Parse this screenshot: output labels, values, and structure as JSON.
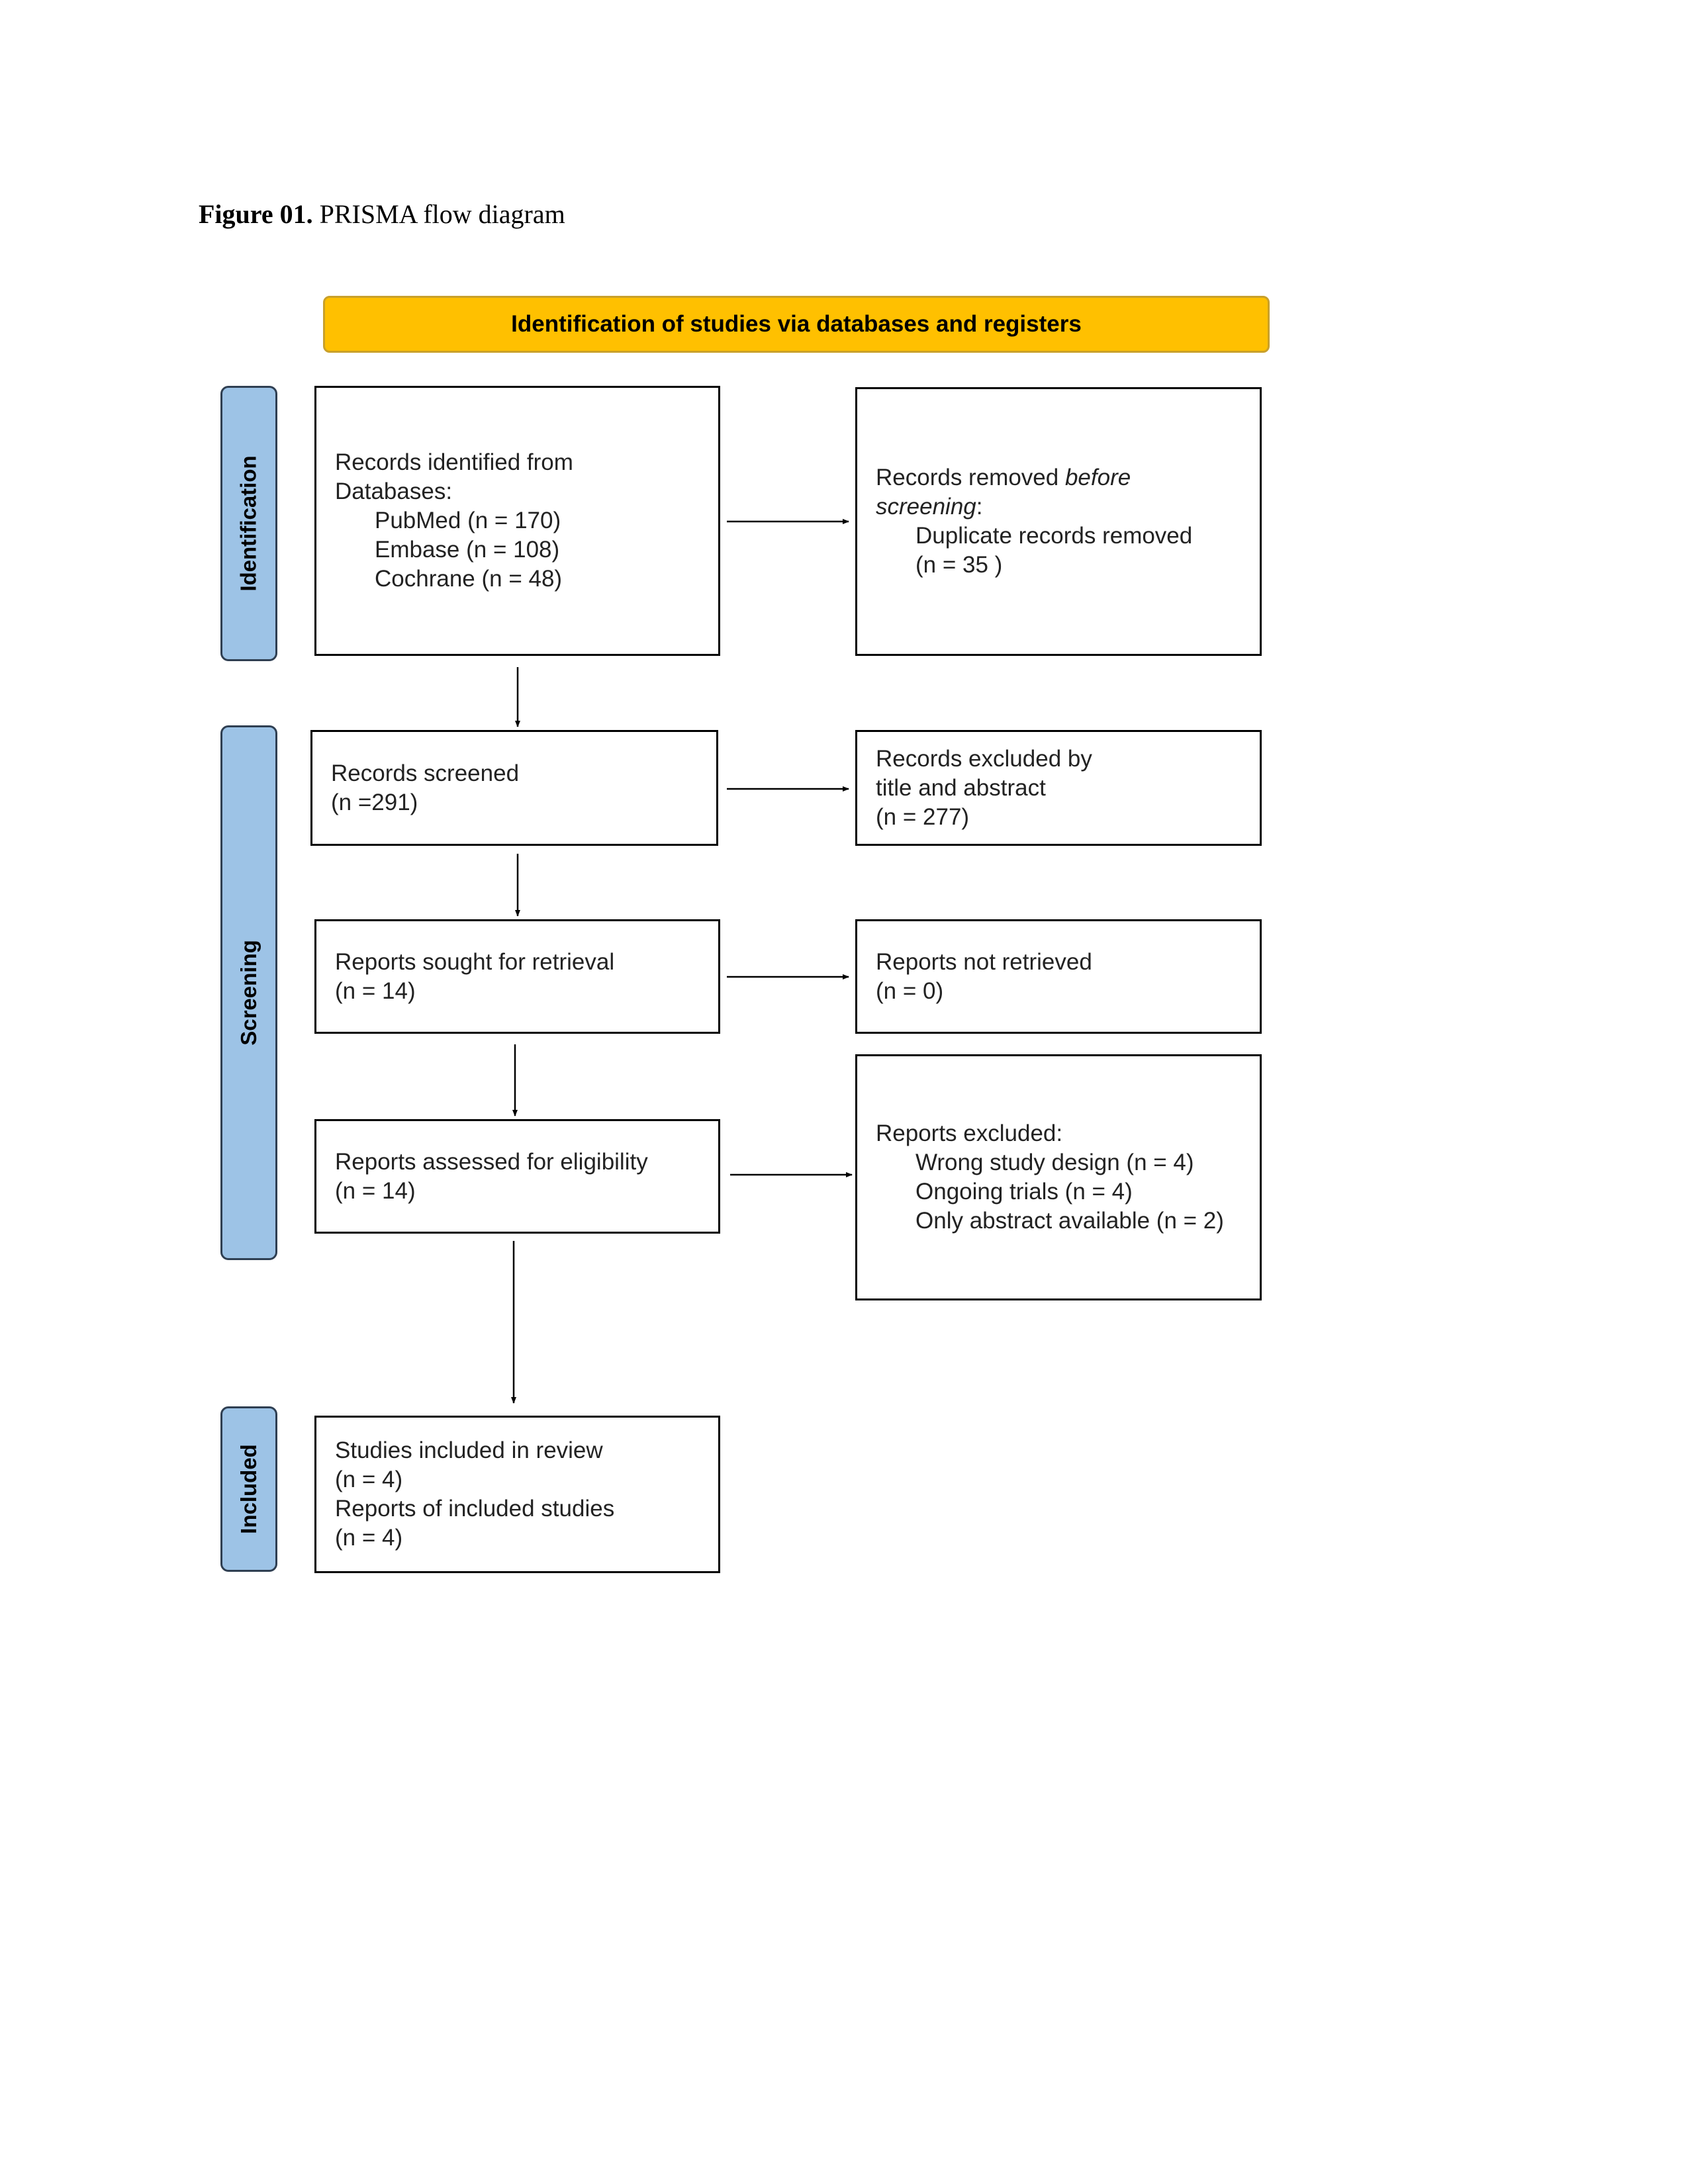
{
  "caption": {
    "label": "Figure 01.",
    "text": " PRISMA flow diagram"
  },
  "banner": "Identification of studies via databases and registers",
  "phases": {
    "identification": "Identification",
    "screening": "Screening",
    "included": "Included"
  },
  "boxes": {
    "identified": {
      "line1": "Records identified from",
      "line2": "Databases:",
      "pubmed": "PubMed (n = 170)",
      "embase": "Embase (n = 108)",
      "cochrane": "Cochrane (n = 48)"
    },
    "removed": {
      "line1a": "Records removed ",
      "line1b": "before",
      "line2a": "screening",
      "line2b": ":",
      "line3": "Duplicate records removed",
      "line4": "(n = 35 )"
    },
    "screened": {
      "line1": "Records screened",
      "line2": "(n =291)"
    },
    "excluded_ta": {
      "line1": "Records excluded by",
      "line2": "title and abstract",
      "line3": "(n = 277)"
    },
    "sought": {
      "line1": "Reports sought for retrieval",
      "line2": "(n = 14)"
    },
    "not_retrieved": {
      "line1": "Reports not retrieved",
      "line2": "(n = 0)"
    },
    "assessed": {
      "line1": "Reports assessed for eligibility",
      "line2": "(n = 14)"
    },
    "reports_excluded": {
      "line1": "Reports excluded:",
      "r1": "Wrong study design (n = 4)",
      "r2": "Ongoing trials (n = 4)",
      "r3": "Only abstract available (n = 2)"
    },
    "included": {
      "line1": "Studies included in review",
      "line2": "(n = 4)",
      "line3": "Reports of included studies",
      "line4": "(n = 4)"
    }
  },
  "colors": {
    "banner": "#FFC000",
    "phase": "#9DC3E6",
    "border": "#000000"
  }
}
